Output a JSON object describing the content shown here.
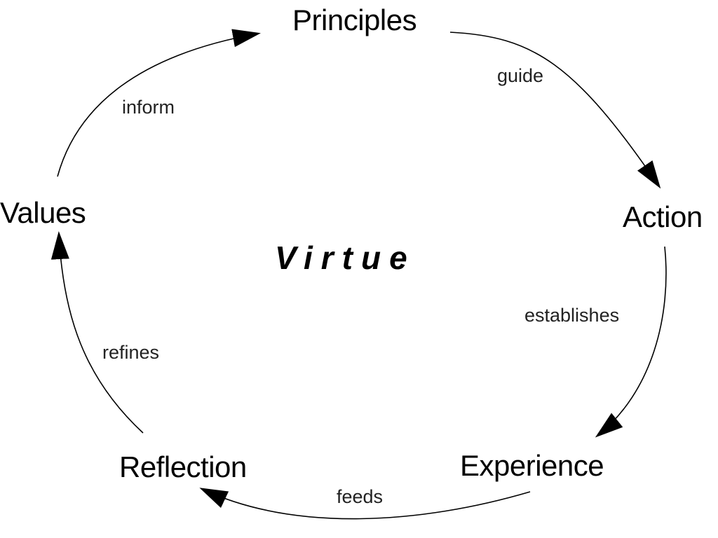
{
  "center_label": "Virtue",
  "nodes": {
    "principles": "Principles",
    "action": "Action",
    "experience": "Experience",
    "reflection": "Reflection",
    "values": "Values"
  },
  "edges": {
    "principles_to_action": "guide",
    "action_to_experience": "establishes",
    "experience_to_reflection": "feeds",
    "reflection_to_values": "refines",
    "values_to_principles": "inform"
  },
  "colors": {
    "stroke": "#000000",
    "background": "#ffffff"
  }
}
